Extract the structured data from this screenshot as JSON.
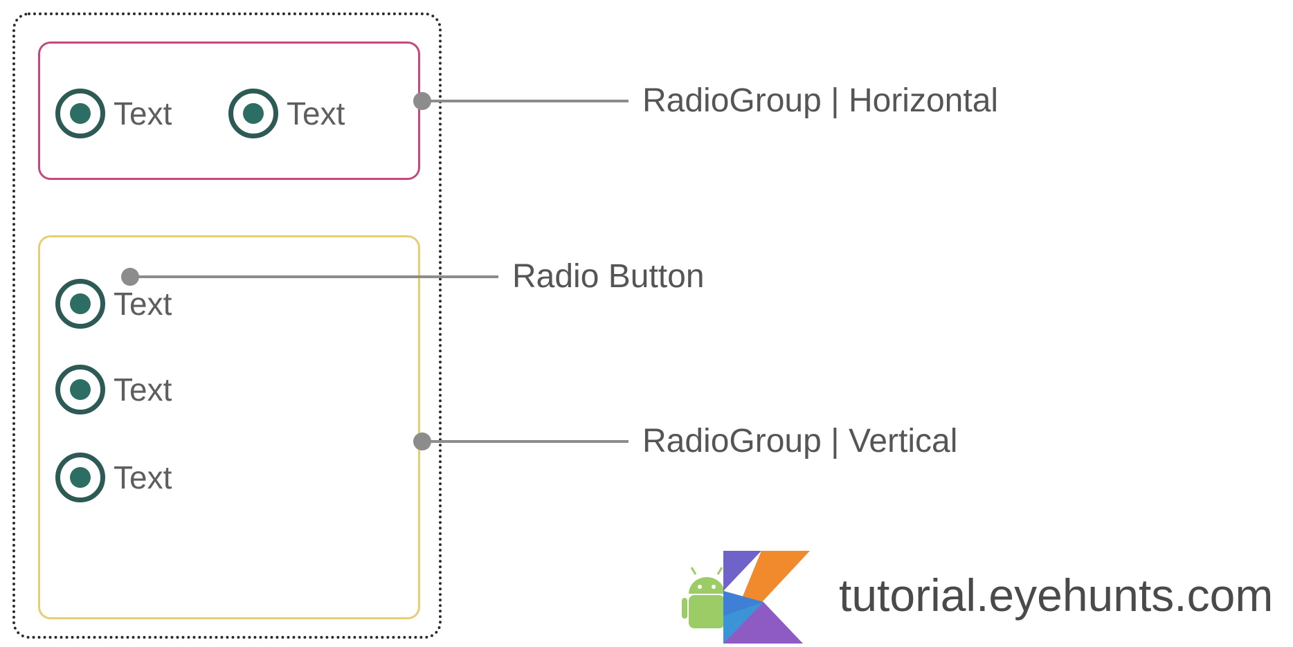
{
  "diagram": {
    "horizontal_group": {
      "label": "RadioGroup | Horizontal",
      "items": [
        {
          "text": "Text"
        },
        {
          "text": "Text"
        }
      ]
    },
    "vertical_group": {
      "label": "RadioGroup | Vertical",
      "items": [
        {
          "text": "Text"
        },
        {
          "text": "Text"
        },
        {
          "text": "Text"
        }
      ]
    },
    "radio_button_label": "Radio Button"
  },
  "watermark": {
    "text": "tutorial.eyehunts.com",
    "logo_icon": "kotlin-android-logo-icon"
  },
  "colors": {
    "horizontal_border": "#c9467c",
    "vertical_border": "#e8cc74",
    "radio_ring": "#2d5a54",
    "radio_dot": "#2d6e64",
    "connector": "#8c8c8c",
    "outer_border": "#2b2b2b"
  }
}
